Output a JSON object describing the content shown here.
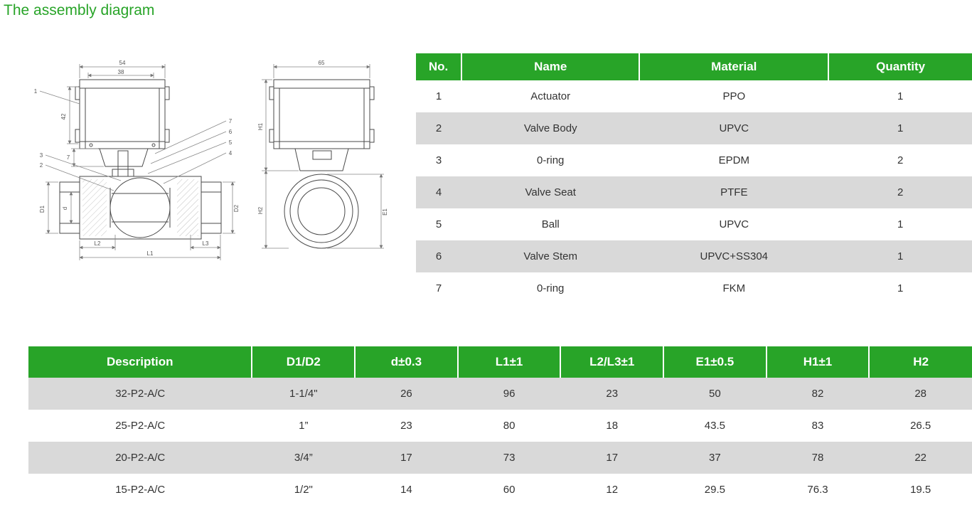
{
  "page": {
    "title": "The assembly diagram"
  },
  "colors": {
    "accent": "#28a428",
    "stripe": "#d9d9d9",
    "header_text": "#ffffff"
  },
  "parts_table": {
    "headers": [
      "No.",
      "Name",
      "Material",
      "Quantity"
    ],
    "rows": [
      [
        "1",
        "Actuator",
        "PPO",
        "1"
      ],
      [
        "2",
        "Valve Body",
        "UPVC",
        "1"
      ],
      [
        "3",
        "0-ring",
        "EPDM",
        "2"
      ],
      [
        "4",
        "Valve Seat",
        "PTFE",
        "2"
      ],
      [
        "5",
        "Ball",
        "UPVC",
        "1"
      ],
      [
        "6",
        "Valve Stem",
        "UPVC+SS304",
        "1"
      ],
      [
        "7",
        "0-ring",
        "FKM",
        "1"
      ]
    ]
  },
  "dimensions_table": {
    "headers": [
      "Description",
      "D1/D2",
      "d±0.3",
      "L1±1",
      "L2/L3±1",
      "E1±0.5",
      "H1±1",
      "H2"
    ],
    "rows": [
      [
        "32-P2-A/C",
        "1-1/4\"",
        "26",
        "96",
        "23",
        "50",
        "82",
        "28"
      ],
      [
        "25-P2-A/C",
        "1”",
        "23",
        "80",
        "18",
        "43.5",
        "83",
        "26.5"
      ],
      [
        "20-P2-A/C",
        "3/4”",
        "17",
        "73",
        "17",
        "37",
        "78",
        "22"
      ],
      [
        "15-P2-A/C",
        "1/2\"",
        "14",
        "60",
        "12",
        "29.5",
        "76.3",
        "19.5"
      ]
    ]
  },
  "diagram": {
    "front": {
      "dims": {
        "w_outer": "54",
        "w_inner": "38",
        "h_actuator": "42",
        "h_bracket": "7",
        "L1": "L1",
        "L2": "L2",
        "L3": "L3",
        "D1": "D1",
        "d": "d",
        "D2": "D2"
      },
      "callouts": {
        "c1": "1",
        "c2": "2",
        "c3": "3",
        "c4": "4",
        "c5": "5",
        "c6": "6",
        "c7": "7"
      }
    },
    "side": {
      "dims": {
        "w": "65",
        "H1": "H1",
        "H2": "H2",
        "E1": "E1"
      }
    }
  }
}
